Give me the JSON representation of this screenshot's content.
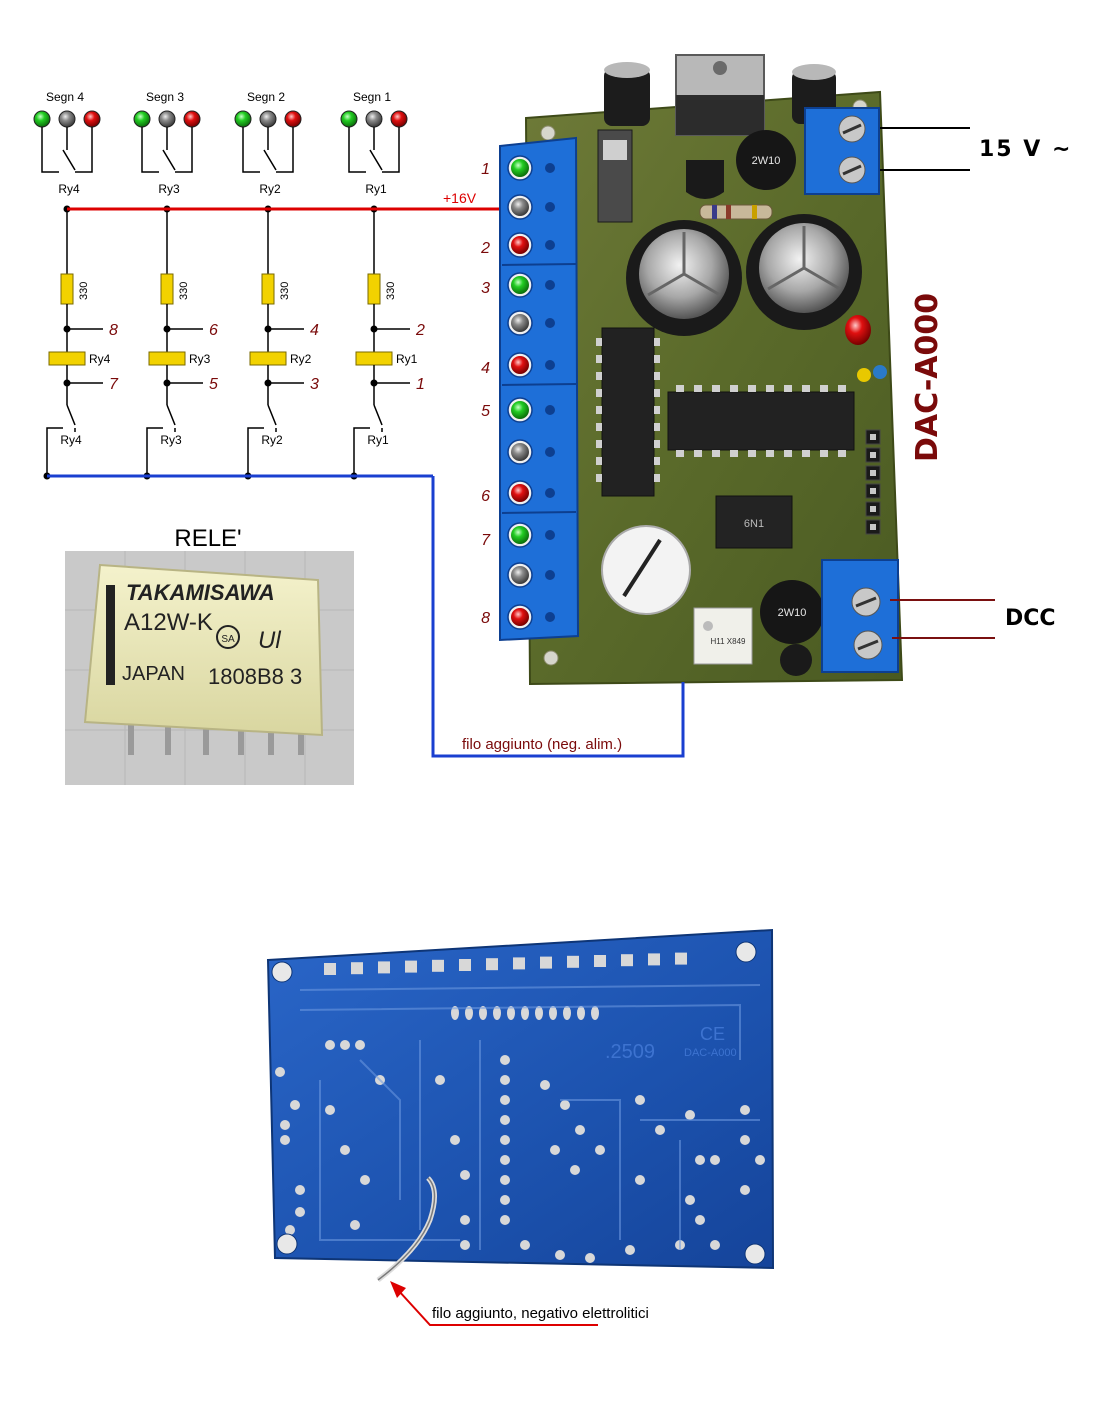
{
  "signals": [
    {
      "label": "Segn 4",
      "relay": "Ry4",
      "out_top": "8",
      "out_bottom": "7"
    },
    {
      "label": "Segn 3",
      "relay": "Ry3",
      "out_top": "6",
      "out_bottom": "5"
    },
    {
      "label": "Segn 2",
      "relay": "Ry2",
      "out_top": "4",
      "out_bottom": "3"
    },
    {
      "label": "Segn 1",
      "relay": "Ry1",
      "out_top": "2",
      "out_bottom": "1"
    }
  ],
  "resistor_value": "330",
  "supply_label": "+16V",
  "relay_photo": {
    "title": "RELE'",
    "brand": "TAKAMISAWA",
    "model": "A12W-K",
    "origin": "JAPAN",
    "code": "1808B8 3",
    "cert_1": "SA",
    "cert_2": "Ul"
  },
  "board": {
    "name": "DAC-A000",
    "power_label": "15 V ~",
    "dcc_label": "DCC",
    "terminals": [
      "1",
      "2",
      "3",
      "4",
      "5",
      "6",
      "7",
      "8"
    ],
    "added_wire_label": "filo aggiunto  (neg. alim.)",
    "cap_marking": "2W10",
    "ic_marking": "6N1",
    "opto_marking": "H11 X849"
  },
  "bottom_photo": {
    "pcb_code": ".2509",
    "pcb_name": "DAC-A000",
    "ce_mark": "CE",
    "note": "filo aggiunto, negativo elettrolitici"
  },
  "colors": {
    "wire_positive": "#dd0000",
    "wire_negative": "#1a3fd0",
    "wire_output": "#7a1010",
    "led_green": "#22cc22",
    "led_red": "#e01010",
    "resistor": "#f2d200",
    "label_dark_red": "#7a0a0a",
    "pcb_green": "#5d6b2c",
    "terminal_blue": "#1e6fd8",
    "pcb_blue": "#1a55b8"
  }
}
